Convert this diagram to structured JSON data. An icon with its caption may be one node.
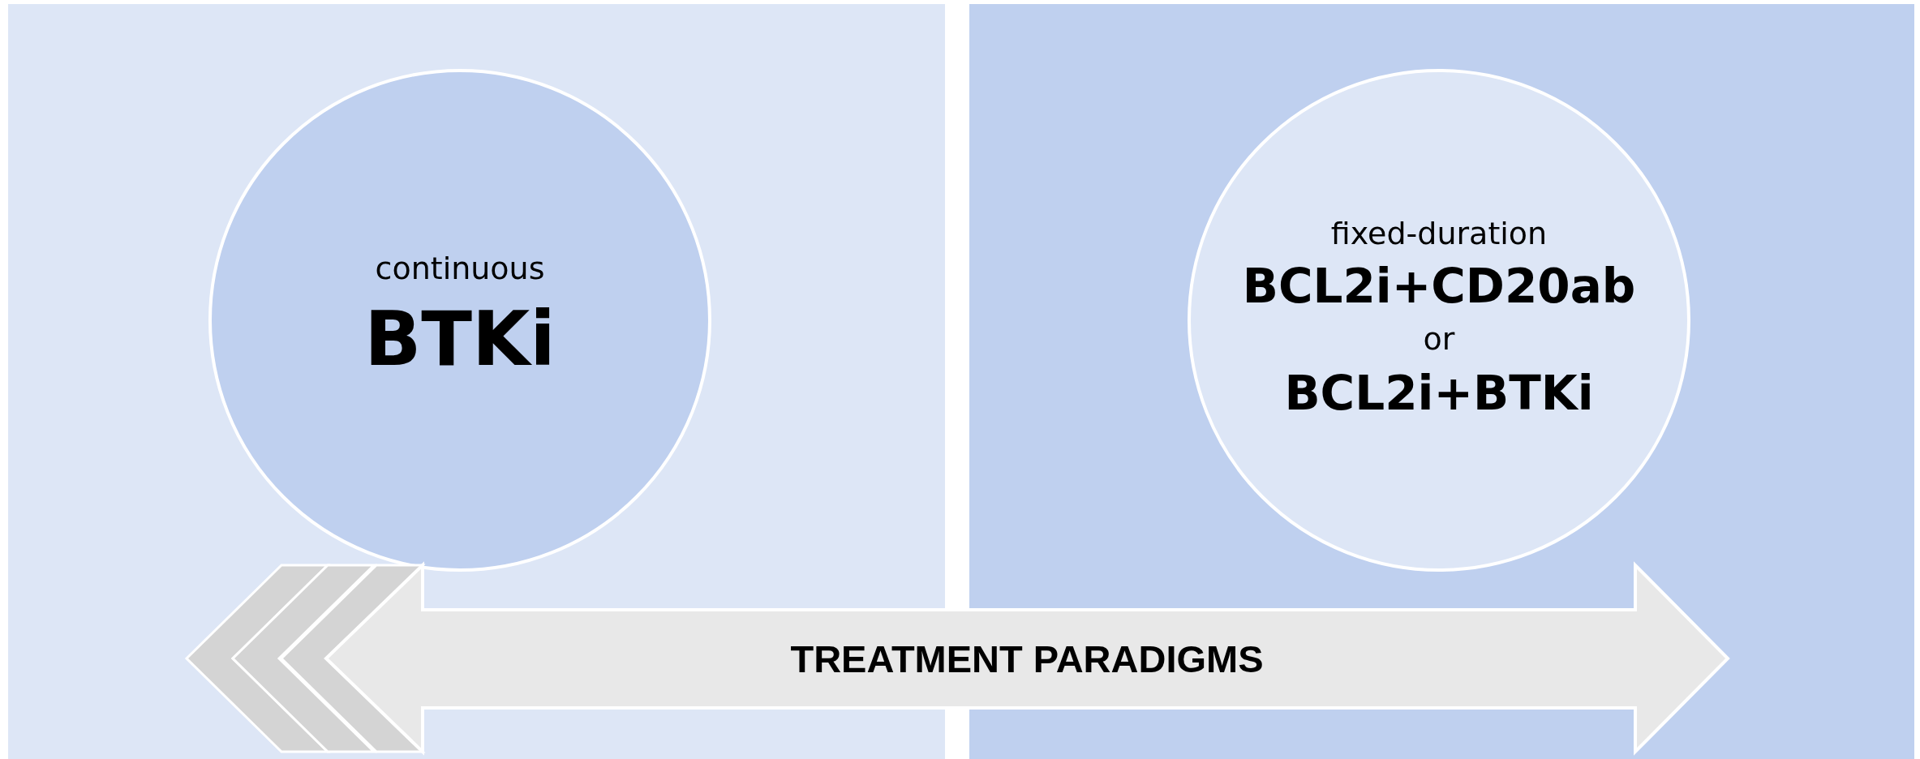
{
  "diagram": {
    "nodes": [
      {
        "text": [],
        "shape": "box"
      },
      {
        "text": [
          "continuous",
          "BTKi"
        ],
        "in": 0
      },
      {
        "text": [],
        "shape": "box"
      },
      {
        "text": [
          "fixed-duration",
          "BCL2i+CD20ab",
          "or",
          "BCL2i+BTKi"
        ],
        "in": 2
      },
      {
        "text": [
          "TREATMENT PARADIGMS"
        ]
      }
    ],
    "edges": []
  }
}
